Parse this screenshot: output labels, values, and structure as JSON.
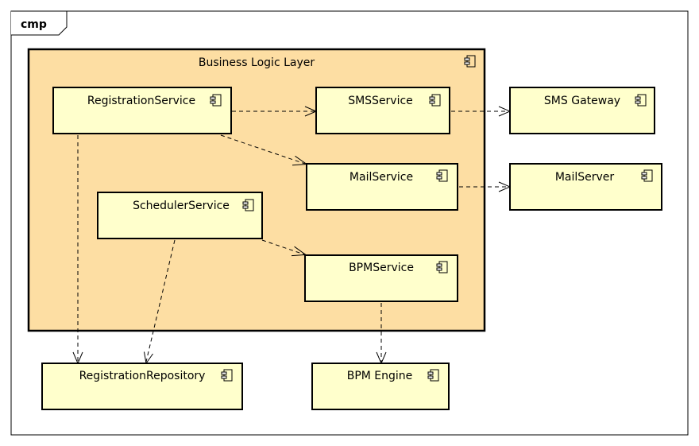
{
  "frame": {
    "title": "cmp"
  },
  "layer": {
    "title": "Business Logic Layer"
  },
  "components": {
    "registration_service": "RegistrationService",
    "sms_service": "SMSService",
    "sms_gateway": "SMS Gateway",
    "mail_service": "MailService",
    "mail_server": "MailServer",
    "scheduler_service": "SchedulerService",
    "bpm_service": "BPMService",
    "registration_repository": "RegistrationRepository",
    "bpm_engine": "BPM Engine"
  },
  "dependencies": [
    {
      "from": "RegistrationService",
      "to": "SMSService"
    },
    {
      "from": "RegistrationService",
      "to": "MailService"
    },
    {
      "from": "RegistrationService",
      "to": "RegistrationRepository"
    },
    {
      "from": "SMSService",
      "to": "SMS Gateway"
    },
    {
      "from": "MailService",
      "to": "MailServer"
    },
    {
      "from": "SchedulerService",
      "to": "BPMService"
    },
    {
      "from": "SchedulerService",
      "to": "RegistrationRepository"
    },
    {
      "from": "BPMService",
      "to": "BPM Engine"
    }
  ],
  "colors": {
    "layer_fill": "#fddea3",
    "component_fill": "#ffffcc",
    "stroke": "#000000"
  },
  "icons": {
    "component": "uml-component-icon"
  }
}
